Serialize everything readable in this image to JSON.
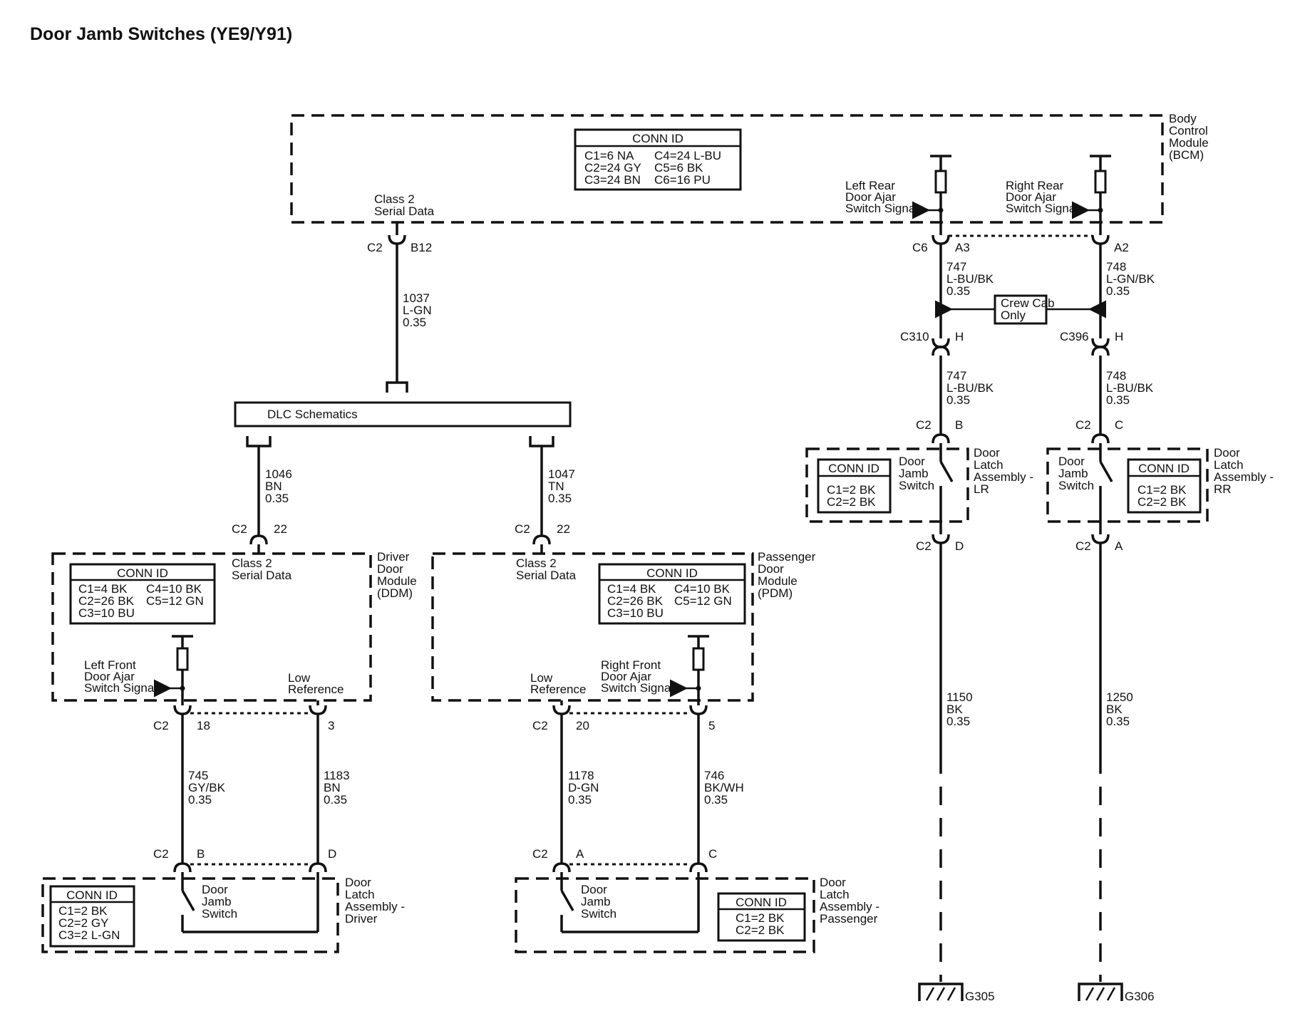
{
  "title": "Door Jamb Switches (YE9/Y91)",
  "conn_id_label": "CONN ID",
  "bcm": {
    "name": [
      "Body",
      "Control",
      "Module",
      "(BCM)"
    ],
    "conn": [
      [
        "C1=6 NA",
        "C4=24 L-BU"
      ],
      [
        "C2=24 GY",
        "C5=6 BK"
      ],
      [
        "C3=24 BN",
        "C6=16 PU"
      ]
    ],
    "serial_data": [
      "Class 2",
      "Serial Data"
    ],
    "lr_signal": [
      "Left Rear",
      "Door Ajar",
      "Switch Signal"
    ],
    "rr_signal": [
      "Right Rear",
      "Door Ajar",
      "Switch Signal"
    ]
  },
  "dlc": {
    "label": "DLC Schematics"
  },
  "crew_cab": [
    "Crew Cab",
    "Only"
  ],
  "ddm": {
    "name": [
      "Driver",
      "Door",
      "Module",
      "(DDM)"
    ],
    "conn": [
      [
        "C1=4 BK",
        "C4=10 BK"
      ],
      [
        "C2=26 BK",
        "C5=12 GN"
      ],
      [
        "C3=10 BU",
        ""
      ]
    ],
    "serial_data": [
      "Class 2",
      "Serial Data"
    ],
    "signal": [
      "Left Front",
      "Door Ajar",
      "Switch Signal"
    ],
    "low_ref": [
      "Low",
      "Reference"
    ]
  },
  "pdm": {
    "name": [
      "Passenger",
      "Door",
      "Module",
      "(PDM)"
    ],
    "conn": [
      [
        "C1=4 BK",
        "C4=10 BK"
      ],
      [
        "C2=26 BK",
        "C5=12 GN"
      ],
      [
        "C3=10 BU",
        ""
      ]
    ],
    "serial_data": [
      "Class 2",
      "Serial Data"
    ],
    "signal": [
      "Right Front",
      "Door Ajar",
      "Switch Signal"
    ],
    "low_ref": [
      "Low",
      "Reference"
    ]
  },
  "latch_driver": {
    "name": [
      "Door",
      "Latch",
      "Assembly -",
      "Driver"
    ],
    "conn": [
      "C1=2 BK",
      "C2=2 GY",
      "C3=2 L-GN"
    ],
    "switch": [
      "Door",
      "Jamb",
      "Switch"
    ]
  },
  "latch_passenger": {
    "name": [
      "Door",
      "Latch",
      "Assembly -",
      "Passenger"
    ],
    "conn": [
      "C1=2 BK",
      "C2=2 BK"
    ],
    "switch": [
      "Door",
      "Jamb",
      "Switch"
    ]
  },
  "latch_lr": {
    "name": [
      "Door",
      "Latch",
      "Assembly -",
      "LR"
    ],
    "conn": [
      "C1=2 BK",
      "C2=2 BK"
    ],
    "switch": [
      "Door",
      "Jamb",
      "Switch"
    ]
  },
  "latch_rr": {
    "name": [
      "Door",
      "Latch",
      "Assembly -",
      "RR"
    ],
    "conn": [
      "C1=2 BK",
      "C2=2 BK"
    ],
    "switch": [
      "Door",
      "Jamb",
      "Switch"
    ]
  },
  "wires": {
    "w1037": [
      "1037",
      "L-GN",
      "0.35"
    ],
    "w1046": [
      "1046",
      "BN",
      "0.35"
    ],
    "w1047": [
      "1047",
      "TN",
      "0.35"
    ],
    "w745": [
      "745",
      "GY/BK",
      "0.35"
    ],
    "w1183": [
      "1183",
      "BN",
      "0.35"
    ],
    "w1178": [
      "1178",
      "D-GN",
      "0.35"
    ],
    "w746": [
      "746",
      "BK/WH",
      "0.35"
    ],
    "w747a": [
      "747",
      "L-BU/BK",
      "0.35"
    ],
    "w748a": [
      "748",
      "L-GN/BK",
      "0.35"
    ],
    "w747b": [
      "747",
      "L-BU/BK",
      "0.35"
    ],
    "w748b": [
      "748",
      "L-BU/BK",
      "0.35"
    ],
    "w1150": [
      "1150",
      "BK",
      "0.35"
    ],
    "w1250": [
      "1250",
      "BK",
      "0.35"
    ]
  },
  "connectors": {
    "bcm_c2": "C2",
    "bcm_b12": "B12",
    "bcm_c6": "C6",
    "bcm_a3": "A3",
    "bcm_a2": "A2",
    "c310": "C310",
    "c310_pin": "H",
    "c396": "C396",
    "c396_pin": "H",
    "lr_top_c": "C2",
    "lr_top_p": "B",
    "rr_top_c": "C2",
    "rr_top_p": "C",
    "lr_bot_c": "C2",
    "lr_bot_p": "D",
    "rr_bot_c": "C2",
    "rr_bot_p": "A",
    "ddm_in_c": "C2",
    "ddm_in_p": "22",
    "pdm_in_c": "C2",
    "pdm_in_p": "22",
    "ddm_out_c": "C2",
    "ddm_out_p1": "18",
    "ddm_out_p2": "3",
    "pdm_out_c": "C2",
    "pdm_out_p1": "20",
    "pdm_out_p2": "5",
    "drv_latch_c": "C2",
    "drv_latch_p1": "B",
    "drv_latch_p2": "D",
    "pas_latch_c": "C2",
    "pas_latch_p1": "A",
    "pas_latch_p2": "C"
  },
  "grounds": {
    "g305": "G305",
    "g306": "G306"
  }
}
